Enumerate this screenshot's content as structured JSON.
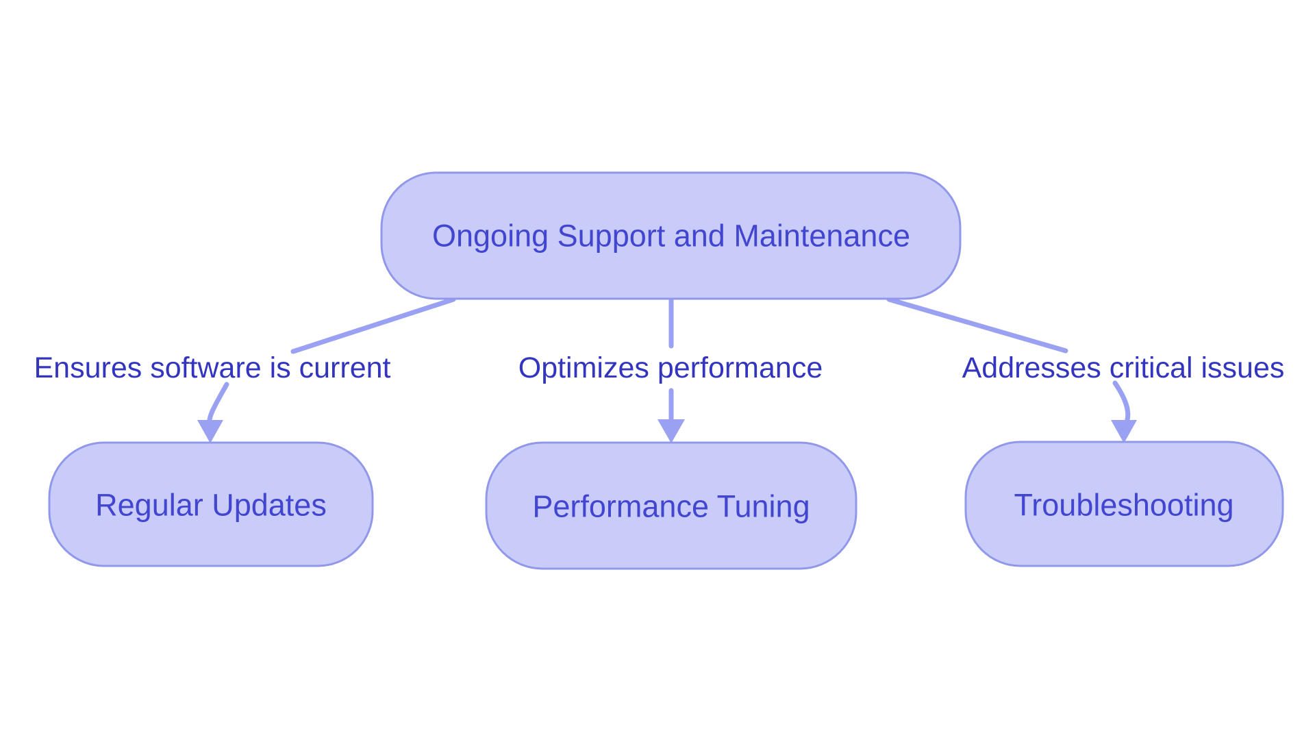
{
  "diagram": {
    "type": "flowchart",
    "direction": "top-down",
    "root": {
      "label": "Ongoing Support and Maintenance"
    },
    "children": [
      {
        "label": "Regular Updates",
        "edge_label": "Ensures software is current"
      },
      {
        "label": "Performance Tuning",
        "edge_label": "Optimizes performance"
      },
      {
        "label": "Troubleshooting",
        "edge_label": "Addresses critical issues"
      }
    ],
    "colors": {
      "background": "#ffffff",
      "node_fill": "#c9cbf8",
      "node_border": "#9298e9",
      "edge": "#9aa0f2",
      "node_text": "#4245cf",
      "edge_label_text": "#3335bf"
    }
  }
}
